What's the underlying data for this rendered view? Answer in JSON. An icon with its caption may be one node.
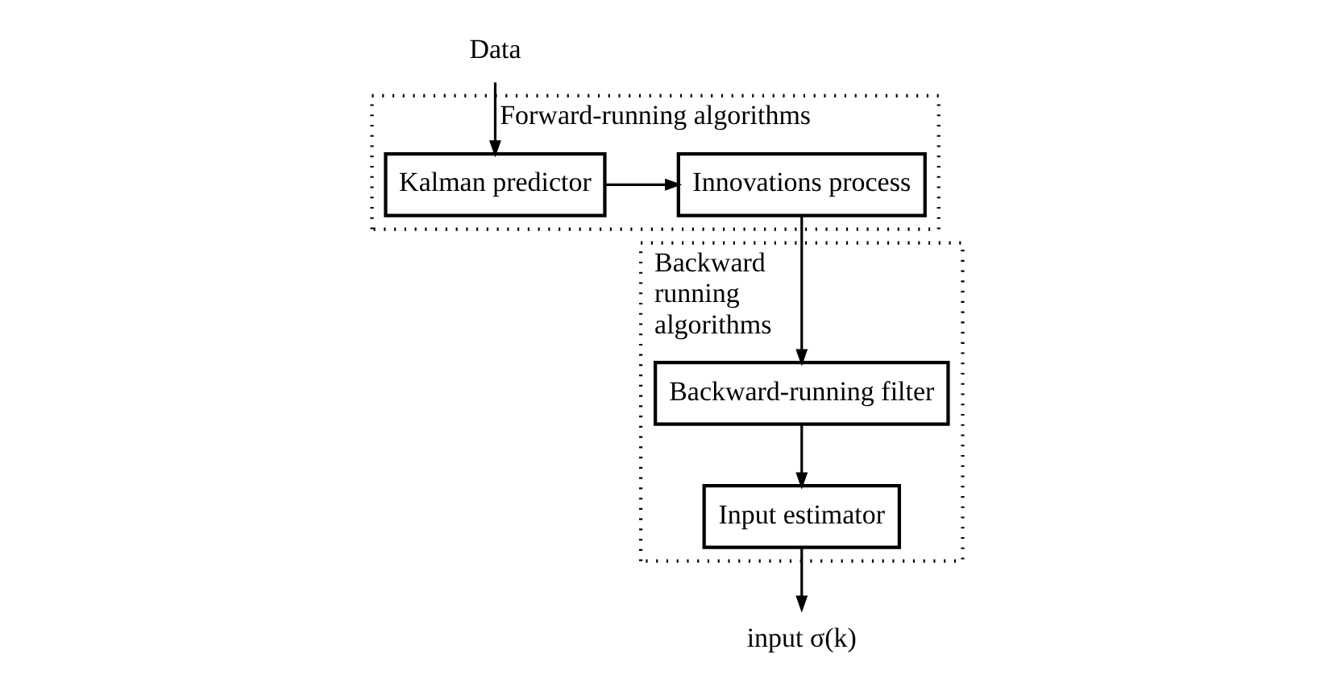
{
  "diagram": {
    "nodes": [
      {
        "text": [
          "Data"
        ]
      },
      {
        "text": [
          "Forward-running algorithms"
        ]
      },
      {
        "text": [
          "Kalman predictor"
        ],
        "in": 1
      },
      {
        "text": [
          "Innovations process"
        ],
        "in": 1
      },
      {
        "text": [
          "Backward running algorithms"
        ]
      },
      {
        "text": [
          "Backward-running filter"
        ],
        "in": 4
      },
      {
        "text": [
          "Input estimator"
        ],
        "in": 4
      },
      {
        "text": [
          "input σ(k)"
        ]
      }
    ],
    "edges": [
      {
        "from": 0,
        "to": 2,
        "arrow": "to"
      },
      {
        "from": 2,
        "to": 3,
        "arrow": "to"
      },
      {
        "from": 3,
        "to": 5,
        "arrow": "to"
      },
      {
        "from": 5,
        "to": 6,
        "arrow": "to"
      },
      {
        "from": 6,
        "to": 7,
        "arrow": "to"
      }
    ]
  }
}
